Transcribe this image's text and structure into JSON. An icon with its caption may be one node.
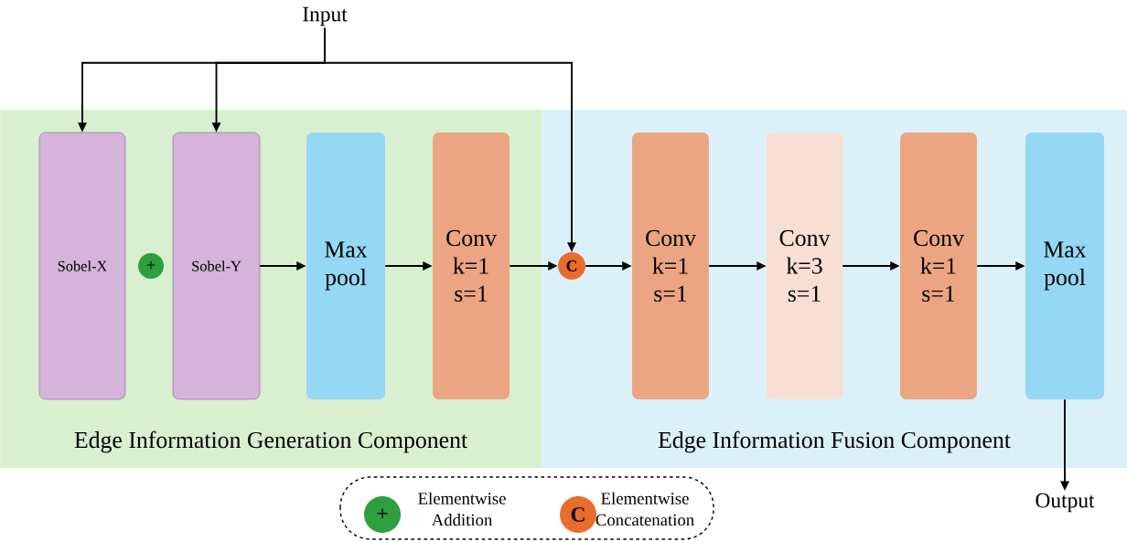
{
  "diagram": {
    "nodes": [
      {
        "text": [
          "Input"
        ]
      },
      {
        "text": [
          "Edge Information Generation Component"
        ]
      },
      {
        "text": [
          "Sobel-X"
        ],
        "in": 1
      },
      {
        "text": [
          "+"
        ],
        "in": 1
      },
      {
        "text": [
          "Sobel-Y"
        ],
        "in": 1
      },
      {
        "text": [
          "Max pool"
        ],
        "in": 1
      },
      {
        "text": [
          "Conv k=1 s=1"
        ],
        "in": 1
      },
      {
        "text": [
          "C"
        ],
        "in": 8
      },
      {
        "text": [
          "Edge Information Fusion Component"
        ]
      },
      {
        "text": [
          "Conv k=1 s=1"
        ],
        "in": 8
      },
      {
        "text": [
          "Conv k=3 s=1"
        ],
        "in": 8
      },
      {
        "text": [
          "Conv k=1 s=1"
        ],
        "in": 8
      },
      {
        "text": [
          "Max pool"
        ],
        "in": 8
      },
      {
        "text": [
          "Output"
        ]
      },
      {
        "text": [
          "+"
        ],
        "beside": [
          "Elementwise Addition"
        ]
      },
      {
        "text": [
          "C"
        ],
        "beside": [
          "Elementwise Concatenation"
        ]
      }
    ],
    "edges": [
      {
        "from": 0,
        "to": 2,
        "arrow": "to"
      },
      {
        "from": 0,
        "to": 4,
        "arrow": "to"
      },
      {
        "from": 0,
        "to": 7,
        "arrow": "to"
      },
      {
        "from": 4,
        "to": 5,
        "arrow": "to"
      },
      {
        "from": 5,
        "to": 6,
        "arrow": "to"
      },
      {
        "from": 6,
        "to": 7,
        "arrow": "to"
      },
      {
        "from": 7,
        "to": 9,
        "arrow": "to"
      },
      {
        "from": 9,
        "to": 10,
        "arrow": "to"
      },
      {
        "from": 10,
        "to": 11,
        "arrow": "to"
      },
      {
        "from": 11,
        "to": 12,
        "arrow": "to"
      },
      {
        "from": 12,
        "to": 13,
        "arrow": "to"
      }
    ]
  }
}
